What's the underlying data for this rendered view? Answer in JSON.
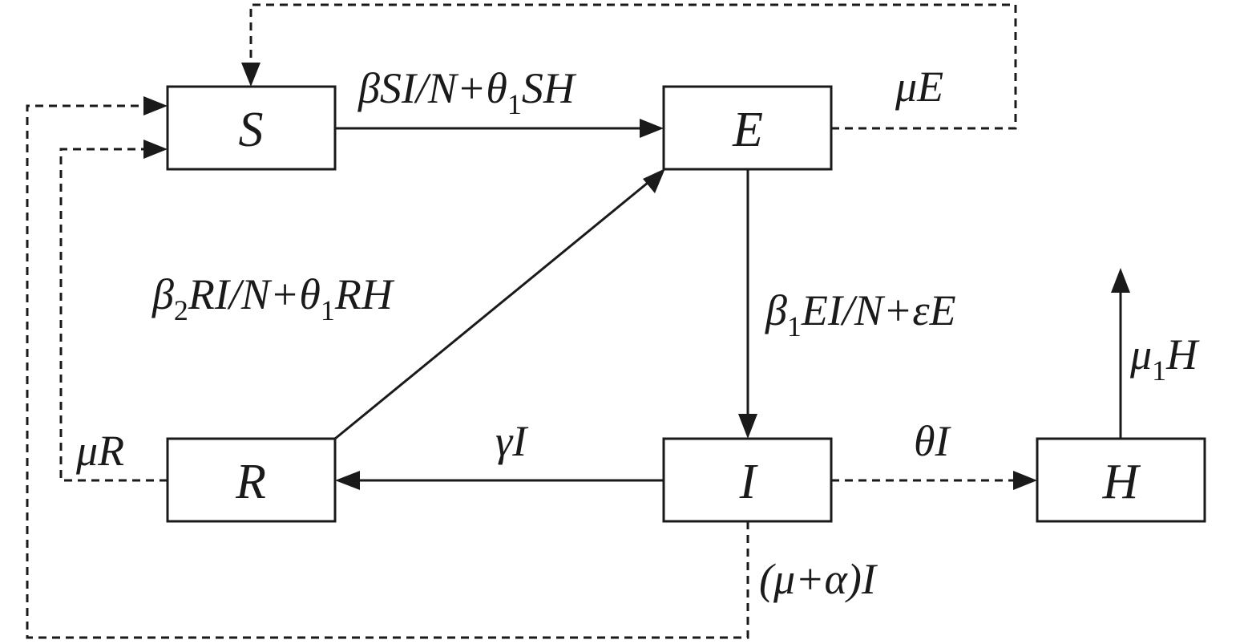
{
  "nodes": {
    "S": "S",
    "E": "E",
    "I": "I",
    "R": "R",
    "H": "H"
  },
  "edge_labels": {
    "s_to_e": {
      "a": "βSI/N+θ",
      "sub": "1",
      "b": "SH"
    },
    "e_exit": {
      "a": "μE"
    },
    "r_to_e": {
      "a": "β",
      "sub": "2",
      "b": "RI/N+θ",
      "sub2": "1",
      "c": "RH"
    },
    "e_to_i": {
      "a": "β",
      "sub": "1",
      "b": "EI/N+εE"
    },
    "h_exit": {
      "a": "μ",
      "sub": "1",
      "b": "H"
    },
    "i_to_r": {
      "a": "γI"
    },
    "i_to_h": {
      "a": "θI"
    },
    "r_exit": {
      "a": "μR"
    },
    "i_exit": {
      "a": "(μ+α)I"
    }
  }
}
